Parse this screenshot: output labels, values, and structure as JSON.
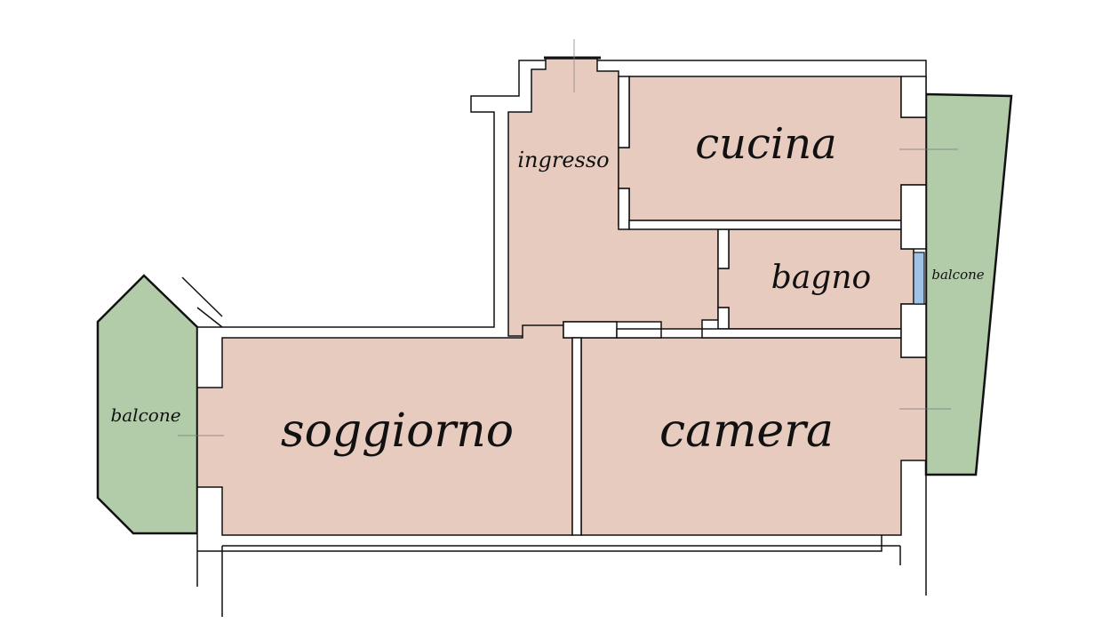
{
  "rooms": {
    "ingresso": "ingresso",
    "cucina": "cucina",
    "bagno": "bagno",
    "soggiorno": "soggiorno",
    "camera": "camera",
    "balcone_left": "balcone",
    "balcone_right": "balcone"
  },
  "colors": {
    "wall": "#ffffff",
    "wall_outline": "#111111",
    "room_fill": "#e8cbbf",
    "balcony_fill": "#b2ccaa",
    "window_fill": "#9ec3e6",
    "text": "#111111"
  }
}
